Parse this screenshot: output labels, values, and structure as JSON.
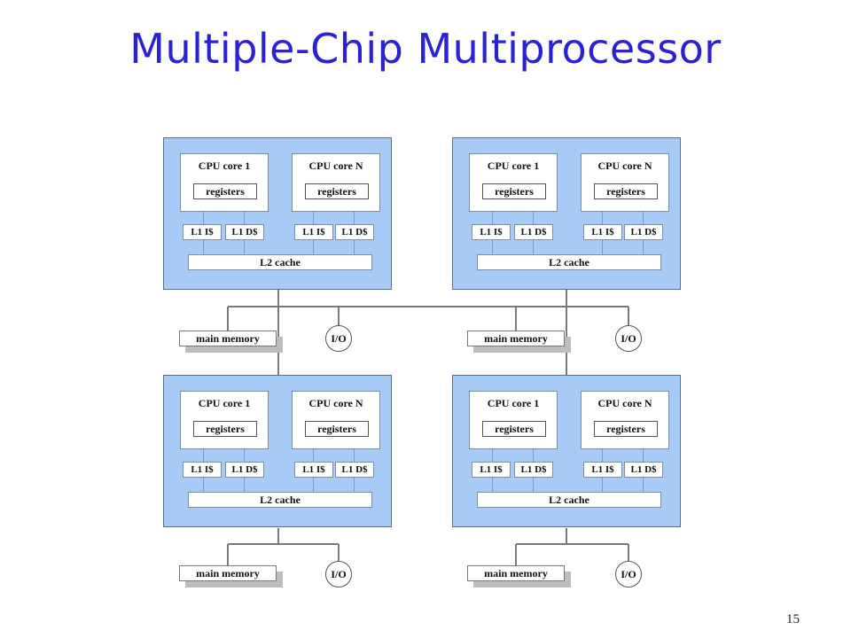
{
  "slide": {
    "title": "Multiple-Chip Multiprocessor",
    "page_number": "15"
  },
  "labels": {
    "cpu_core_1": "CPU core 1",
    "cpu_core_n": "CPU core N",
    "registers": "registers",
    "l1_i": "L1 I$",
    "l1_d": "L1 D$",
    "l2_cache": "L2 cache",
    "main_memory": "main memory",
    "io": "I/O"
  },
  "colors": {
    "title": "#2b22d6",
    "chip_fill": "#a7caf7",
    "wire": "#7a7a7a"
  }
}
